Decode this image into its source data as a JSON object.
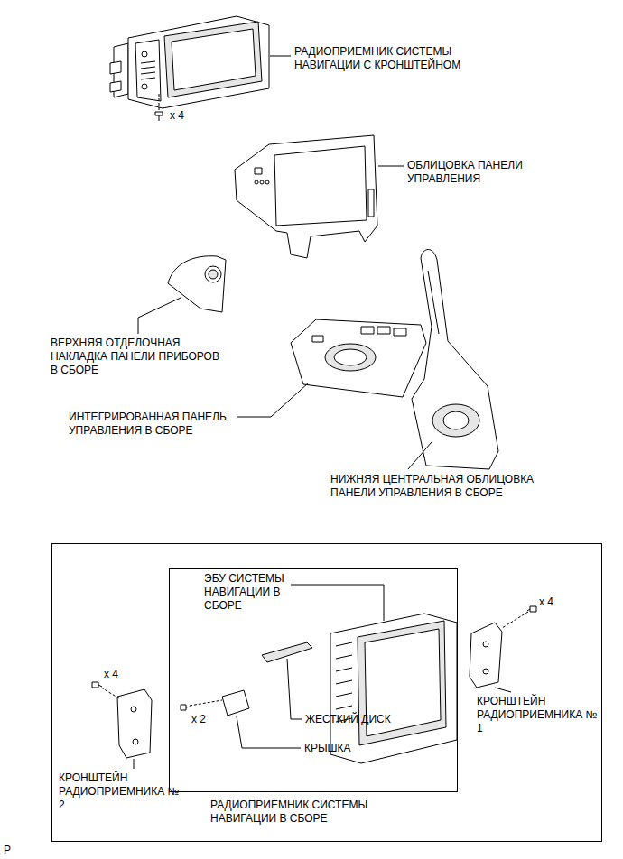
{
  "diagram": {
    "nodes": [
      {
        "text": [
          "РАДИОПРИЕМНИК СИСТЕМЫ НАВИГАЦИИ В СБОРЕ"
        ]
      }
    ],
    "edges": [],
    "labels": [
      "РАДИОПРИЕМНИК СИСТЕМЫ НАВИГАЦИИ С КРОНШТЕЙНОМ",
      "x 4",
      "ОБЛИЦОВКА ПАНЕЛИ УПРАВЛЕНИЯ",
      "ВЕРХНЯЯ ОТДЕЛОЧНАЯ НАКЛАДКА ПАНЕЛИ ПРИБОРОВ В СБОРЕ",
      "ИНТЕГРИРОВАННАЯ ПАНЕЛЬ УПРАВЛЕНИЯ В СБОРЕ",
      "НИЖНЯЯ ЦЕНТРАЛЬНАЯ ОБЛИЦОВКА ПАНЕЛИ УПРАВЛЕНИЯ В СБОРЕ",
      "ЭБУ СИСТЕМЫ НАВИГАЦИИ В СБОРЕ",
      "ЖЕСТКИЙ ДИСК",
      "x 2",
      "КРЫШКА",
      "x 4",
      "КРОНШТЕЙН РАДИОПРИЕМНИКА № 2",
      "x 4",
      "КРОНШТЕЙН РАДИОПРИЕМНИКА № 1",
      "P"
    ]
  }
}
